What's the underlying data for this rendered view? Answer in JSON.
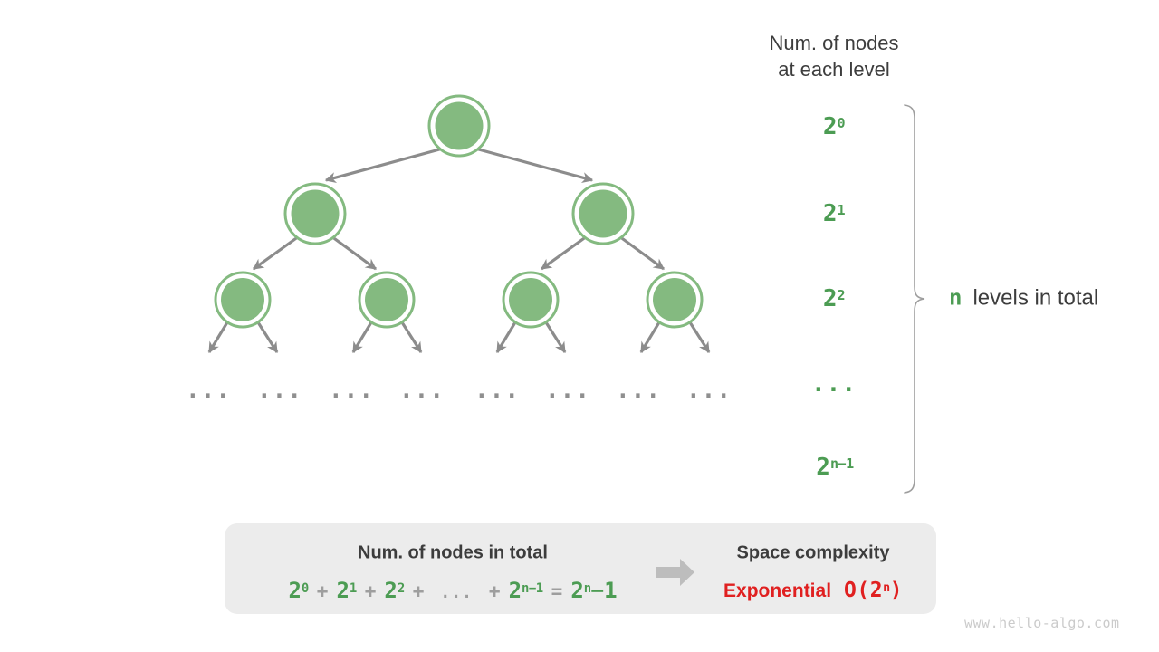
{
  "colors": {
    "node_green": "#84ba80",
    "text_green": "#4c9c53",
    "edge_gray": "#8c8c8c",
    "operator_gray": "#9e9e9e",
    "dark_text": "#3d3d3d",
    "red": "#e02020",
    "box_bg": "#ececec"
  },
  "right_column": {
    "header_line1": "Num. of nodes",
    "header_line2": "at each level",
    "levels": {
      "l0": {
        "base": "2",
        "sup": "0"
      },
      "l1": {
        "base": "2",
        "sup": "1"
      },
      "l2": {
        "base": "2",
        "sup": "2"
      },
      "l3": {
        "dots": "..."
      },
      "l4": {
        "base": "2",
        "sup": "n−1"
      }
    }
  },
  "brace_label": {
    "n": "n",
    "text": "levels in total"
  },
  "tree": {
    "ellipsis": "..."
  },
  "summary_box": {
    "left_title": "Num. of nodes in total",
    "formula": {
      "t0_base": "2",
      "t0_sup": "0",
      "op0": "+",
      "t1_base": "2",
      "t1_sup": "1",
      "op1": "+",
      "t2_base": "2",
      "t2_sup": "2",
      "op2": "+",
      "dots": "...",
      "op3": "+",
      "t3_base": "2",
      "t3_sup": "n−1",
      "eq": "=",
      "t4_base": "2",
      "t4_sup": "n",
      "t4_tail": "−1"
    },
    "right_title": "Space complexity",
    "complexity": {
      "label": "Exponential",
      "o_open": "O(2",
      "o_sup": "n",
      "o_close": ")"
    }
  },
  "watermark": "www.hello-algo.com"
}
